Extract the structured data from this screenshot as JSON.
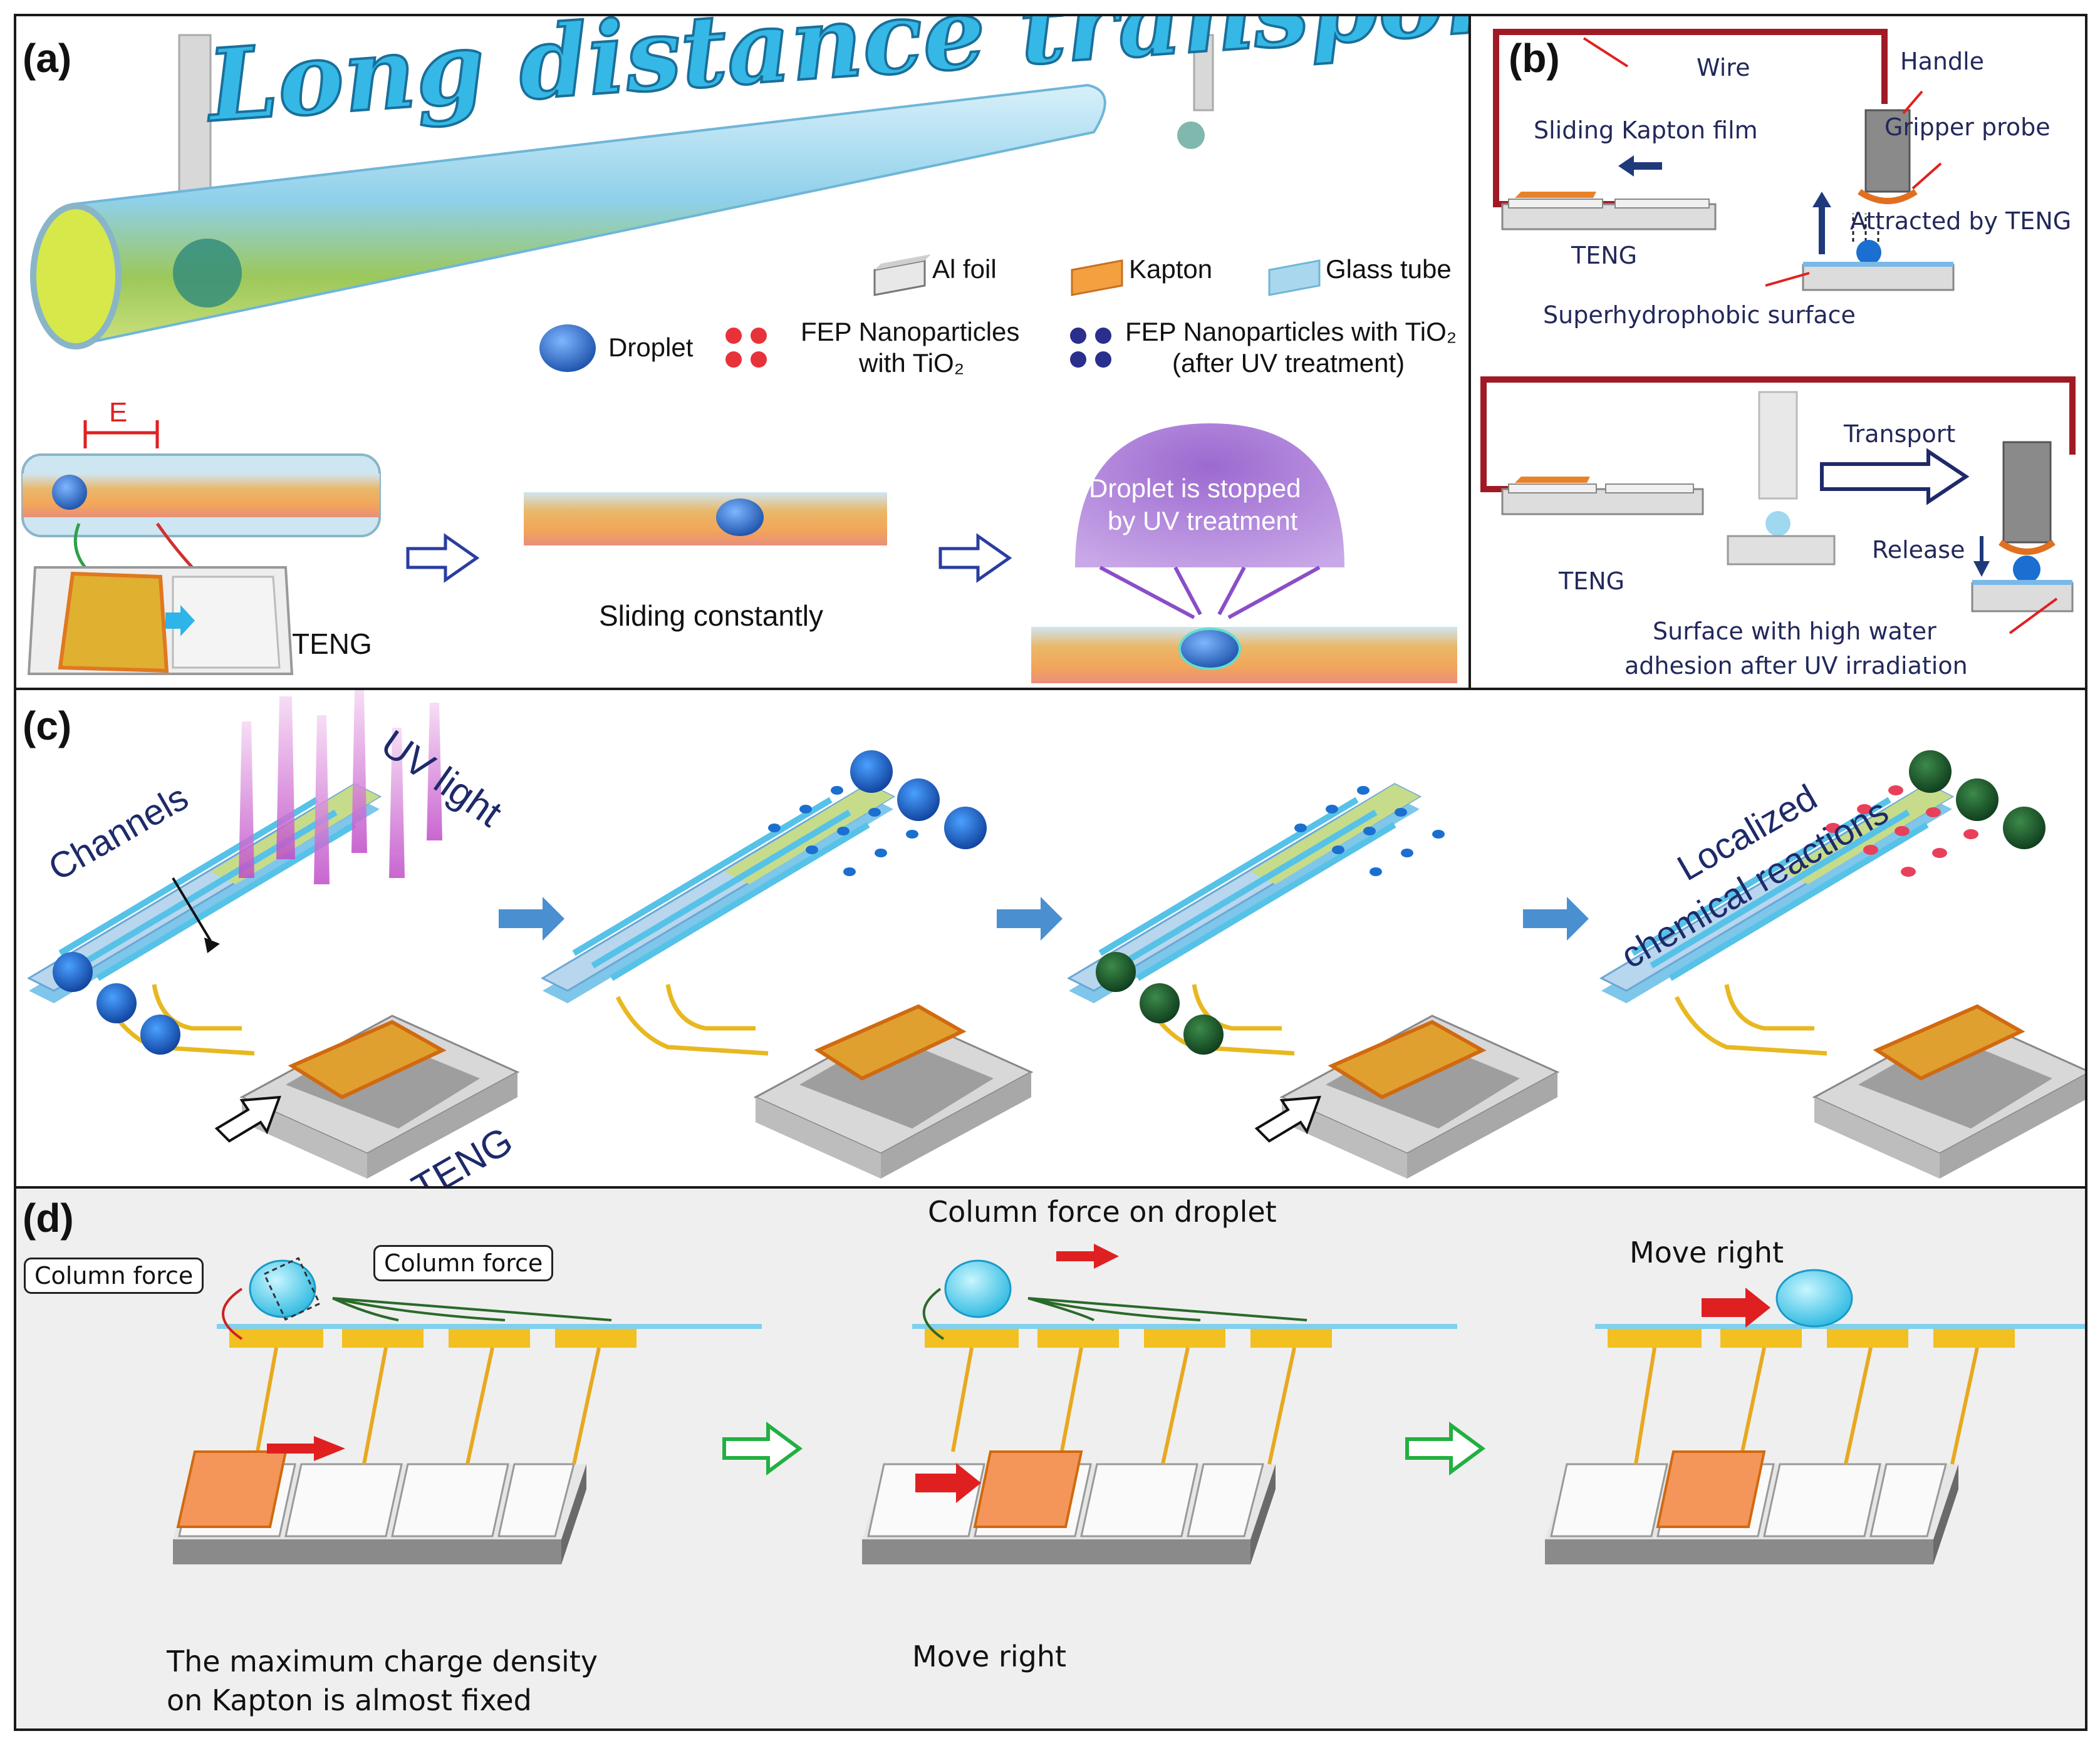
{
  "panel_a": {
    "label": "(a)",
    "title": "Long distance transport",
    "legend": {
      "al_foil": "Al foil",
      "kapton": "Kapton",
      "glass_tube": "Glass tube",
      "droplet": "Droplet",
      "fep_tio2_line1": "FEP Nanoparticles",
      "fep_tio2_line2": "with TiO₂",
      "fep_uv_line1": "FEP Nanoparticles with TiO₂",
      "fep_uv_line2": "(after UV treatment)"
    },
    "e_label": "E",
    "teng": "TENG",
    "sliding": "Sliding constantly",
    "stopped_line1": "Droplet is stopped",
    "stopped_line2": "by UV treatment"
  },
  "panel_b": {
    "label": "(b)",
    "wire": "Wire",
    "handle": "Handle",
    "sliding_kapton": "Sliding Kapton film",
    "gripper_probe": "Gripper probe",
    "attracted": "Attracted by TENG",
    "teng_top": "TENG",
    "superhydrophobic": "Superhydrophobic surface",
    "transport": "Transport",
    "release": "Release",
    "teng_bottom": "TENG",
    "surface_line1": "Surface with high water",
    "surface_line2": "adhesion after UV irradiation"
  },
  "panel_c": {
    "label": "(c)",
    "channels": "Channels",
    "uv_light": "UV light",
    "teng": "TENG",
    "localized_line1": "Localized",
    "localized_line2": "chemical reactions"
  },
  "panel_d": {
    "label": "(d)",
    "column_force_left": "Column force",
    "column_force_right": "Column force",
    "column_force_droplet": "Column force on droplet",
    "move_right_top": "Move right",
    "move_right_mid": "Move right",
    "max_charge_line1": "The maximum charge density",
    "max_charge_line2": "on Kapton is almost fixed"
  }
}
